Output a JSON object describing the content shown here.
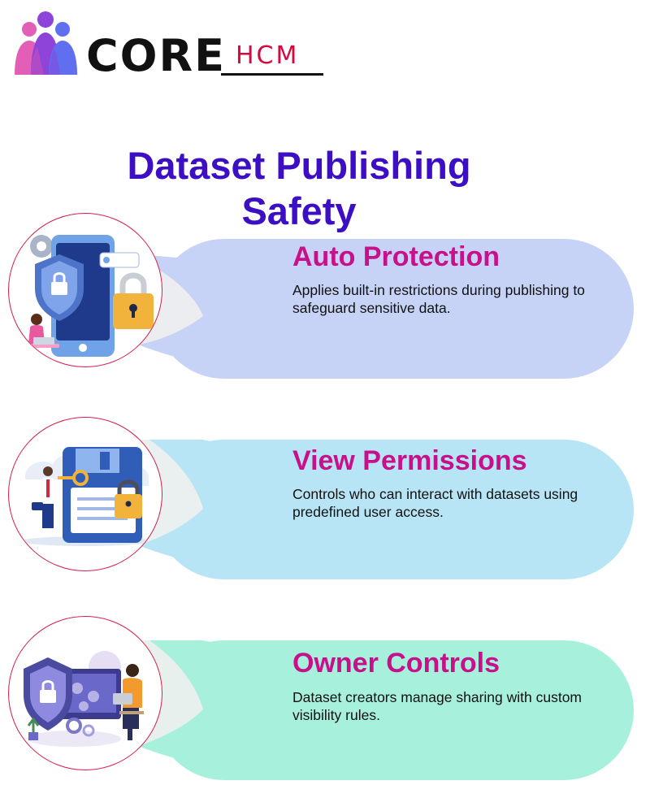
{
  "brand": {
    "name_main": "CORE",
    "name_accent": "HCM",
    "colors": {
      "dark": "#111111",
      "accent": "#d4093f",
      "people": [
        "#e35eb6",
        "#8e44d9",
        "#5f6ff0"
      ]
    }
  },
  "title": {
    "line1": "Dataset Publishing",
    "line2": "Safety",
    "color": "#3d0fc4"
  },
  "cards": [
    {
      "heading": "Auto Protection",
      "text": "Applies built-in restrictions during publishing to safeguard sensitive data.",
      "bubble_color": "#c6d3f6",
      "icon": "phone-shield-lock-illustration"
    },
    {
      "heading": "View Permissions",
      "text": "Controls who can interact with datasets using predefined user access.",
      "bubble_color": "#b8e5f5",
      "icon": "floppy-disk-key-illustration"
    },
    {
      "heading": "Owner Controls",
      "text": "Dataset creators manage sharing with custom visibility rules.",
      "bubble_color": "#a6f0dc",
      "icon": "shield-laptop-user-illustration"
    }
  ],
  "colors": {
    "heading": "#c8108a",
    "circle_border": "#d51d4b"
  }
}
